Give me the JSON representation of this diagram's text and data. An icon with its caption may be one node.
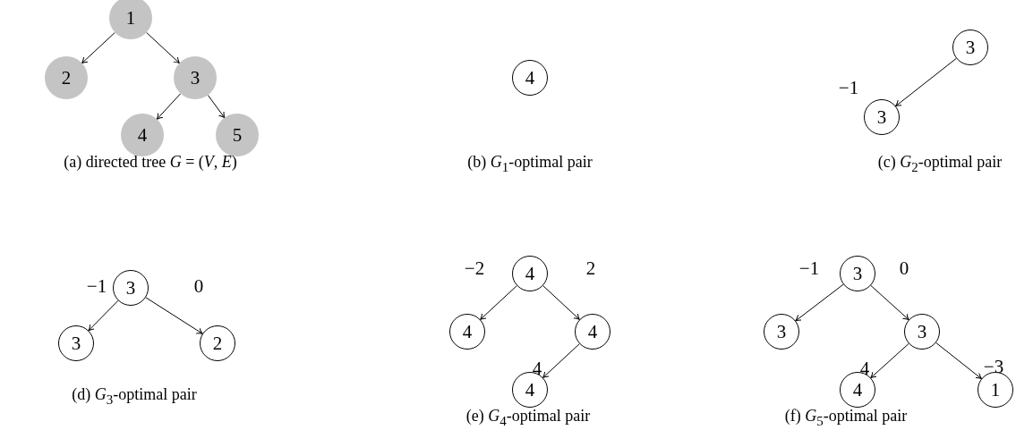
{
  "diagram": {
    "nodes": [
      {
        "text": [
          "1"
        ]
      },
      {
        "text": [
          "2"
        ]
      },
      {
        "text": [
          "3"
        ]
      },
      {
        "text": [
          "4"
        ]
      },
      {
        "text": [
          "5"
        ]
      },
      {
        "text": [
          "4"
        ]
      },
      {
        "text": [
          "3"
        ]
      },
      {
        "text": [
          "3"
        ]
      },
      {
        "text": [
          "3"
        ]
      },
      {
        "text": [
          "3"
        ]
      },
      {
        "text": [
          "2"
        ]
      },
      {
        "text": [
          "4"
        ]
      },
      {
        "text": [
          "4"
        ]
      },
      {
        "text": [
          "4"
        ]
      },
      {
        "text": [
          "4"
        ]
      },
      {
        "text": [
          "3"
        ]
      },
      {
        "text": [
          "3"
        ]
      },
      {
        "text": [
          "3"
        ]
      },
      {
        "text": [
          "4"
        ]
      },
      {
        "text": [
          "1"
        ]
      }
    ],
    "edges": [
      {
        "from": 0,
        "to": 1,
        "arrow": "to"
      },
      {
        "from": 0,
        "to": 2,
        "arrow": "to"
      },
      {
        "from": 2,
        "to": 3,
        "arrow": "to"
      },
      {
        "from": 2,
        "to": 4,
        "arrow": "to"
      },
      {
        "from": 6,
        "to": 7,
        "arrow": "to",
        "label": "−1"
      },
      {
        "from": 8,
        "to": 9,
        "arrow": "to",
        "label": "−1"
      },
      {
        "from": 8,
        "to": 10,
        "arrow": "to",
        "label": "0"
      },
      {
        "from": 11,
        "to": 12,
        "arrow": "to",
        "label": "−2"
      },
      {
        "from": 11,
        "to": 13,
        "arrow": "to",
        "label": "2"
      },
      {
        "from": 13,
        "to": 14,
        "arrow": "to",
        "label": "4"
      },
      {
        "from": 15,
        "to": 16,
        "arrow": "to",
        "label": "−1"
      },
      {
        "from": 15,
        "to": 17,
        "arrow": "to",
        "label": "0"
      },
      {
        "from": 17,
        "to": 18,
        "arrow": "to",
        "label": "4"
      },
      {
        "from": 17,
        "to": 19,
        "arrow": "to",
        "label": "−3"
      }
    ],
    "labels": [
      "(a) directed tree *G* = (*V*, *E*)",
      "(b) *G*$_{1}$-optimal pair",
      "(c) *G*$_{2}$-optimal pair",
      "(d) *G*$_{3}$-optimal pair",
      "(e) *G*$_{4}$-optimal pair",
      "(f) *G*$_{5}$-optimal pair"
    ]
  }
}
